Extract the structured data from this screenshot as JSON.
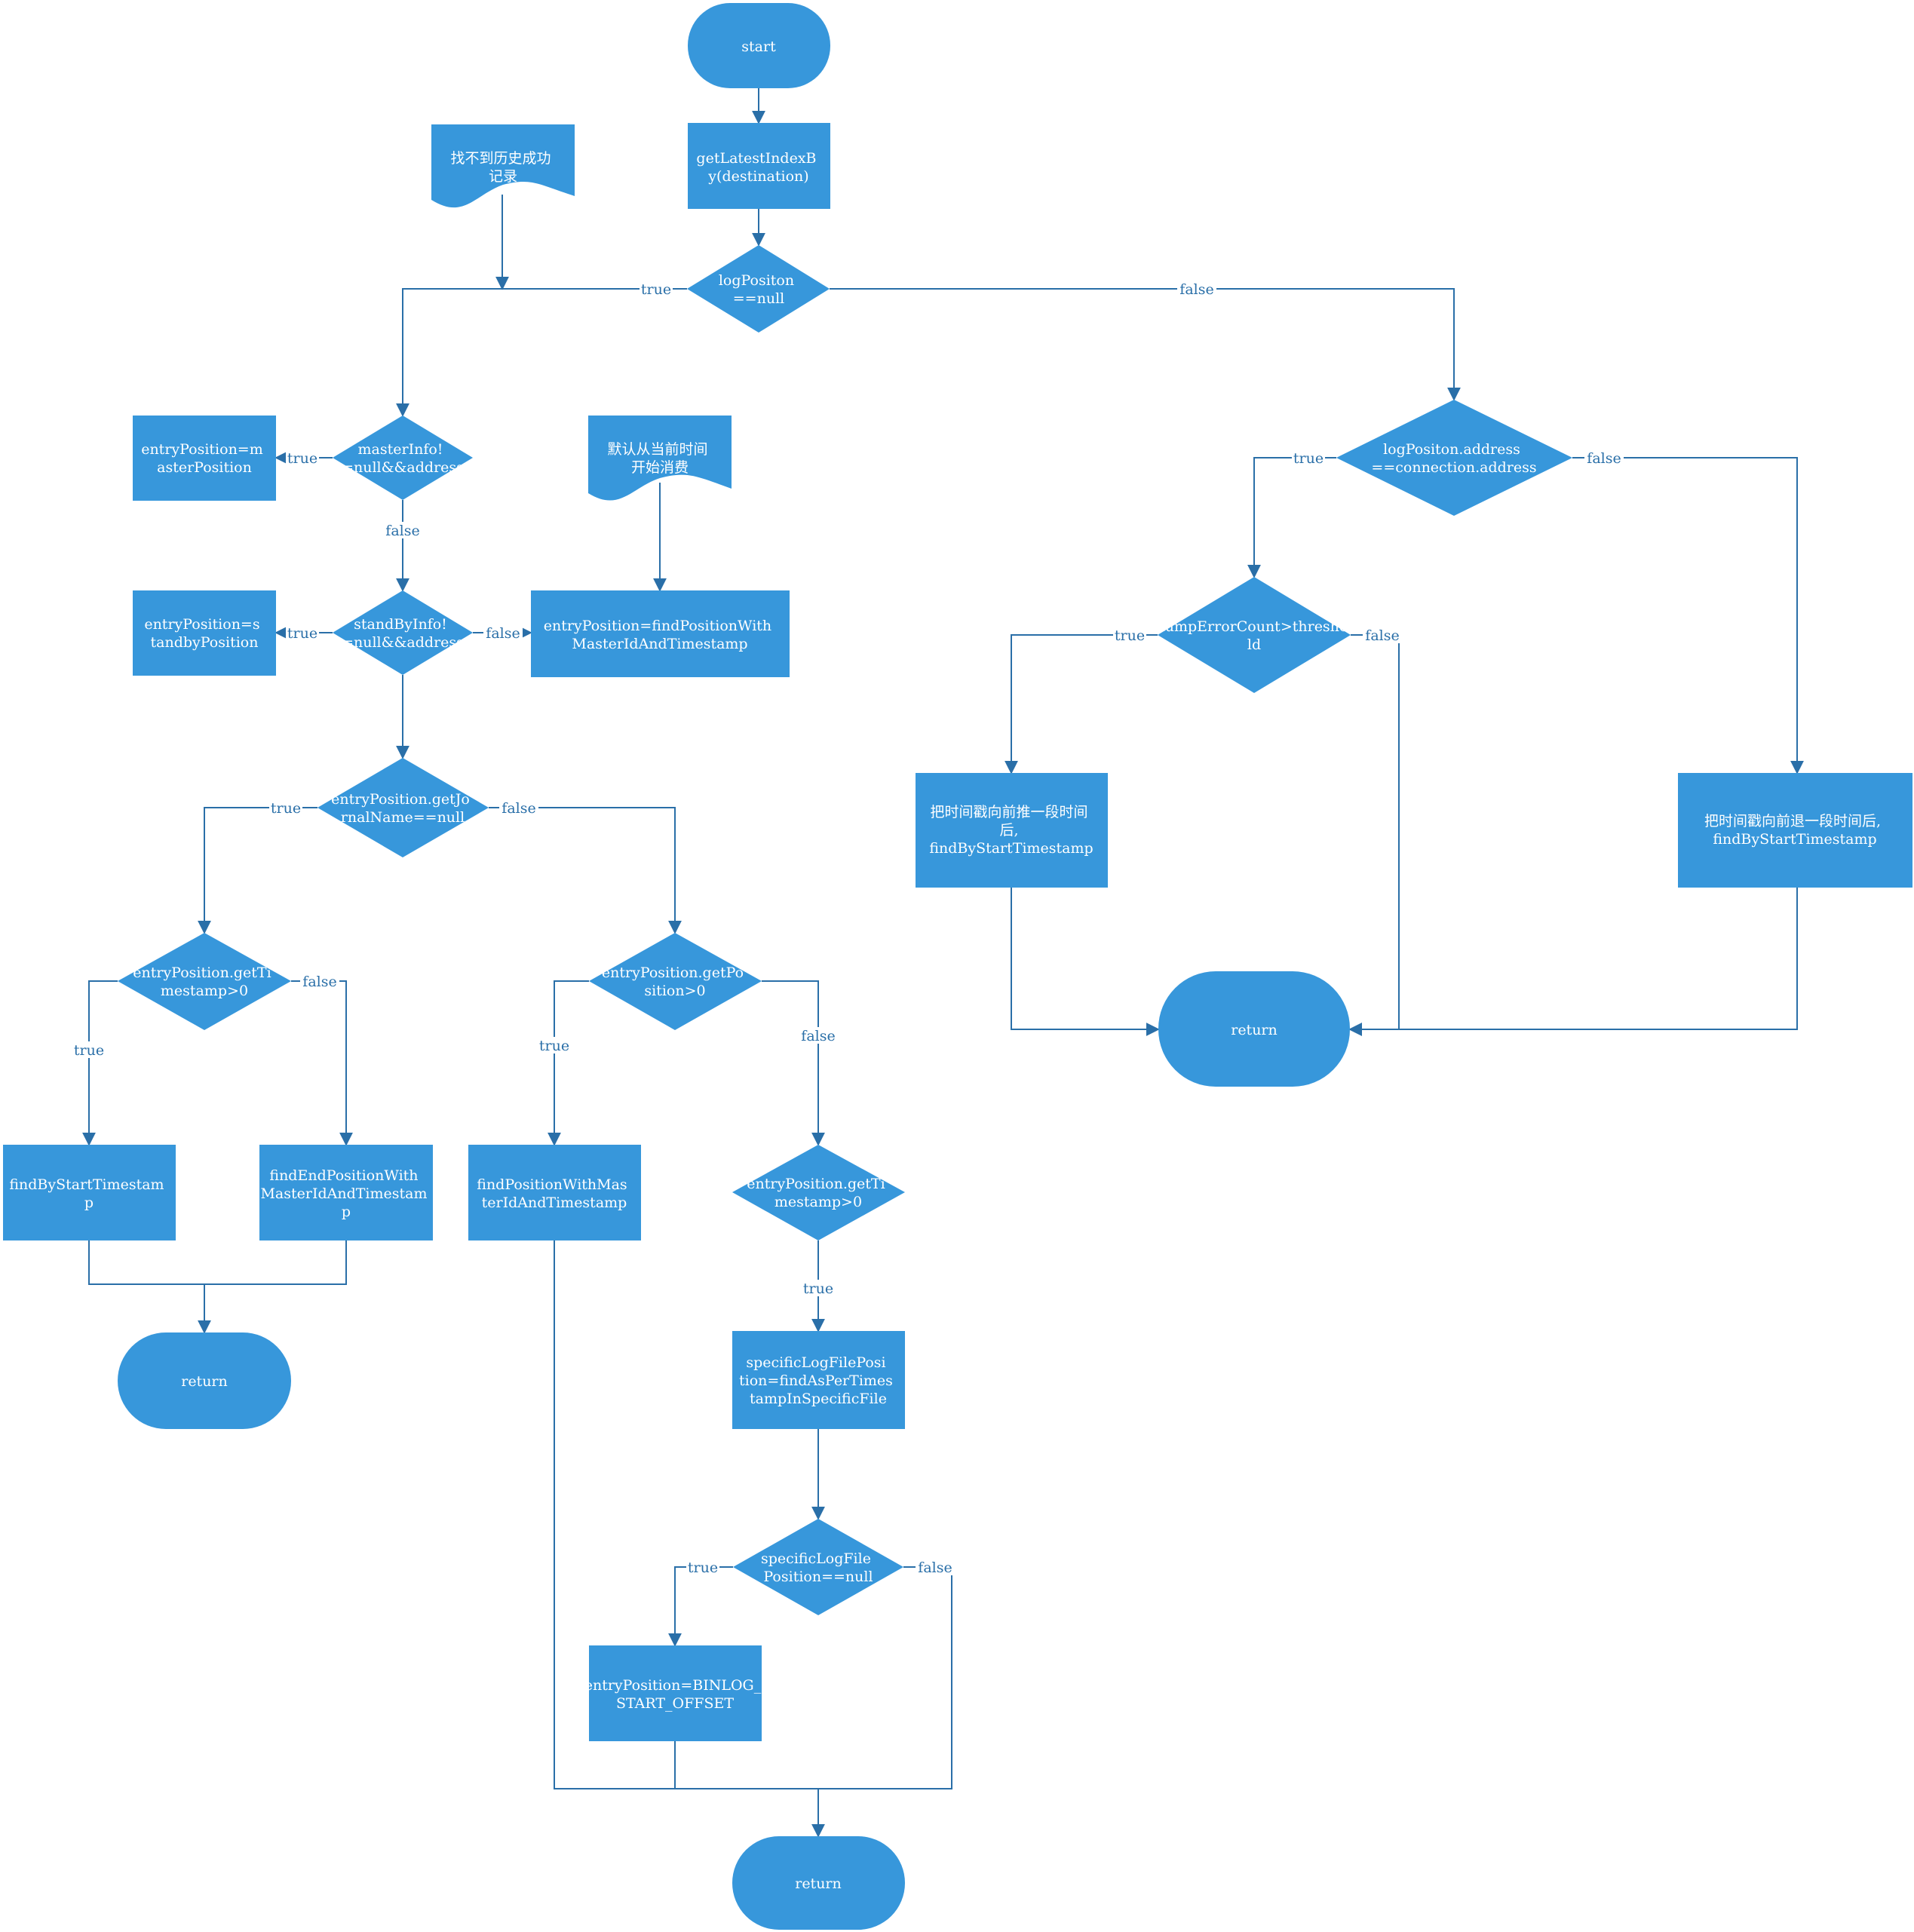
{
  "nodes": {
    "start": "start",
    "get_latest": [
      "getLatestIndexB",
      "y(destination)"
    ],
    "note_no_history": [
      "找不到历史成功",
      "记录"
    ],
    "d_logpos_null": [
      "logPositon",
      "==null"
    ],
    "d_master_info": [
      "masterInfo!",
      "=null&&address"
    ],
    "entry_master": [
      "entryPosition=m",
      "asterPosition"
    ],
    "note_default_now": [
      "默认从当前时间",
      "开始消费"
    ],
    "d_standby_info": [
      "standByInfo!",
      "=null&&address"
    ],
    "entry_standby": [
      "entryPosition=s",
      "tandbyPosition"
    ],
    "find_master_ts": [
      "entryPosition=findPositionWith",
      "MasterIdAndTimestamp"
    ],
    "d_journal_null": [
      "entryPosition.getJo",
      "rnalName==null"
    ],
    "d_ts_gt0_left": [
      "entryPosition.getTi",
      "mestamp>0"
    ],
    "d_pos_gt0": [
      "entryPosition.getPo",
      "sition>0"
    ],
    "find_start_ts": [
      "findByStartTimestam",
      "p"
    ],
    "find_end_pos": [
      "findEndPositionWith",
      "MasterIdAndTimestam",
      "p"
    ],
    "return_left": "return",
    "find_pos_master": [
      "findPositionWithMas",
      "terIdAndTimestamp"
    ],
    "d_ts_gt0_right": [
      "entryPosition.getTi",
      "mestamp>0"
    ],
    "specific_log": [
      "specificLogFilePosi",
      "tion=findAsPerTimes",
      "tampInSpecificFile"
    ],
    "d_specific_null": [
      "specificLogFile",
      "Position==null"
    ],
    "entry_binlog": [
      "entryPosition=BINLOG_",
      "START_OFFSET"
    ],
    "return_bottom": "return",
    "d_address_eq": [
      "logPositon.address",
      "==connection.address"
    ],
    "d_dump_error": [
      "dumpErrorCount>thresho",
      "ld"
    ],
    "push_forward": [
      "把时间戳向前推一段时间",
      "后,",
      "findByStartTimestamp"
    ],
    "push_back": [
      "把时间戳向前退一段时间后,",
      "findByStartTimestamp"
    ],
    "return_right": "return"
  },
  "edge_labels": {
    "logpos_true": "true",
    "logpos_false": "false",
    "master_true": "true",
    "master_false": "false",
    "standby_true": "true",
    "standby_false": "false",
    "journal_true": "true",
    "journal_false": "false",
    "ts_left_true": "true",
    "ts_left_false": "false",
    "pos_true": "true",
    "pos_false": "false",
    "ts_right_true": "true",
    "specific_true": "true",
    "specific_false": "false",
    "address_true": "true",
    "address_false": "false",
    "dump_true": "true",
    "dump_false": "false"
  }
}
